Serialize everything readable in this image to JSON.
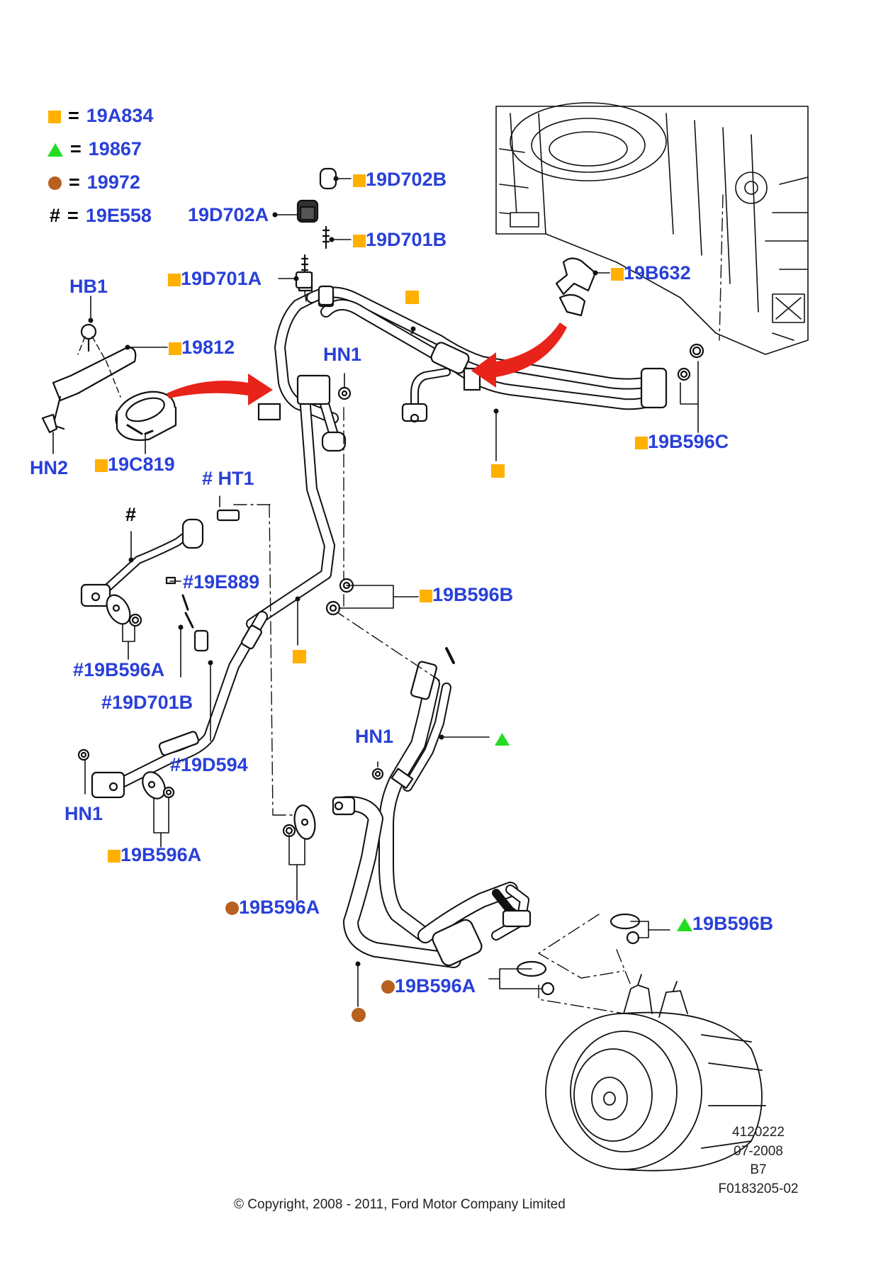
{
  "legend": {
    "square": {
      "code": "19A834",
      "color": "#ffb000"
    },
    "triangle": {
      "code": "19867",
      "color": "#22dd22"
    },
    "circle": {
      "code": "19972",
      "color": "#b8601e"
    },
    "hash": {
      "symbol": "#",
      "code": "19E558"
    }
  },
  "labels": {
    "p19d702b": "19D702B",
    "p19d702a": "19D702A",
    "p19d701b_top": "19D701B",
    "p19d701a": "19D701A",
    "p19b632": "19B632",
    "hb1": "HB1",
    "p19812": "19812",
    "hn1_top": "HN1",
    "hn2": "HN2",
    "p19c819": "19C819",
    "p19b596c": "19B596C",
    "hash_ht1": "#",
    "ht1": "HT1",
    "hash_tube": "#",
    "p19e889": "#19E889",
    "p19b596b_mid": "19B596B",
    "p19b596a_hash": "#19B596A",
    "p19d701b_hash": "#19D701B",
    "p19d594": "#19D594",
    "hn1_mid": "HN1",
    "hn1_left": "HN1",
    "p19b596a_left": "19B596A",
    "p19b596a_low": "19B596A",
    "p19b596b_right": "19B596B",
    "p19b596a_comp": "19B596A"
  },
  "meta": {
    "number": "4120222",
    "date": "07-2008",
    "code": "B7",
    "figure": "F0183205-02"
  },
  "copyright": "© Copyright, 2008 - 2011, Ford Motor Company Limited"
}
